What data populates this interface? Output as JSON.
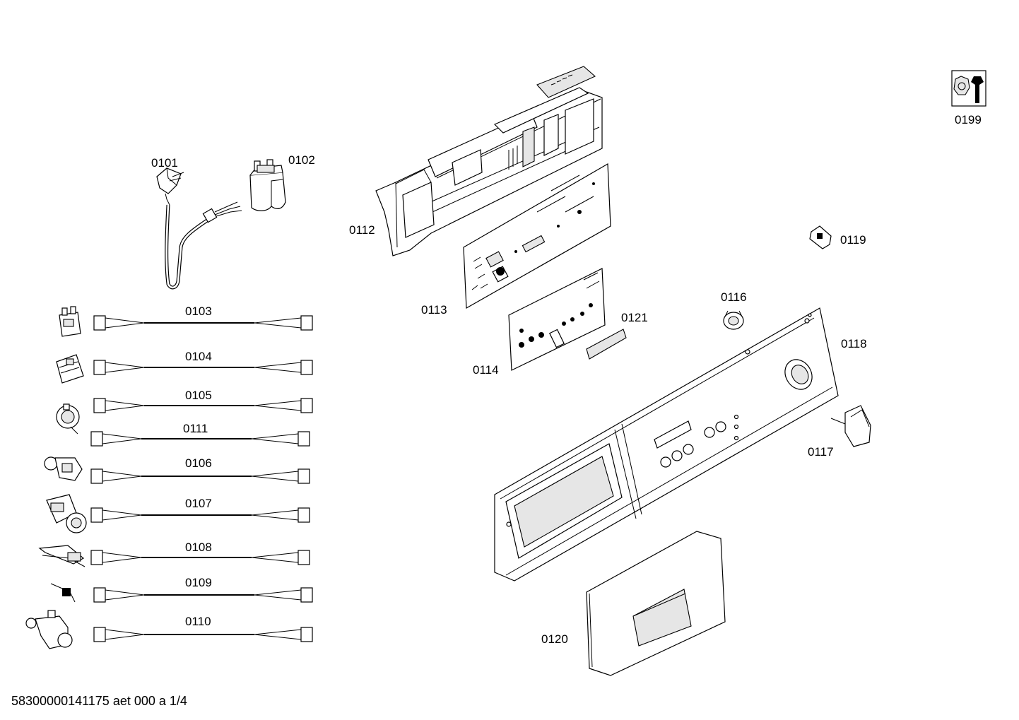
{
  "parts": {
    "p0101": "0101",
    "p0102": "0102",
    "p0103": "0103",
    "p0104": "0104",
    "p0105": "0105",
    "p0111": "0111",
    "p0106": "0106",
    "p0107": "0107",
    "p0108": "0108",
    "p0109": "0109",
    "p0110": "0110",
    "p0112": "0112",
    "p0113": "0113",
    "p0114": "0114",
    "p0121": "0121",
    "p0116": "0116",
    "p0118": "0118",
    "p0117": "0117",
    "p0119": "0119",
    "p0120": "0120",
    "p0199": "0199"
  },
  "icons": [
    "tool-icon"
  ],
  "footer": "58300000141175 aet 000 a 1/4"
}
